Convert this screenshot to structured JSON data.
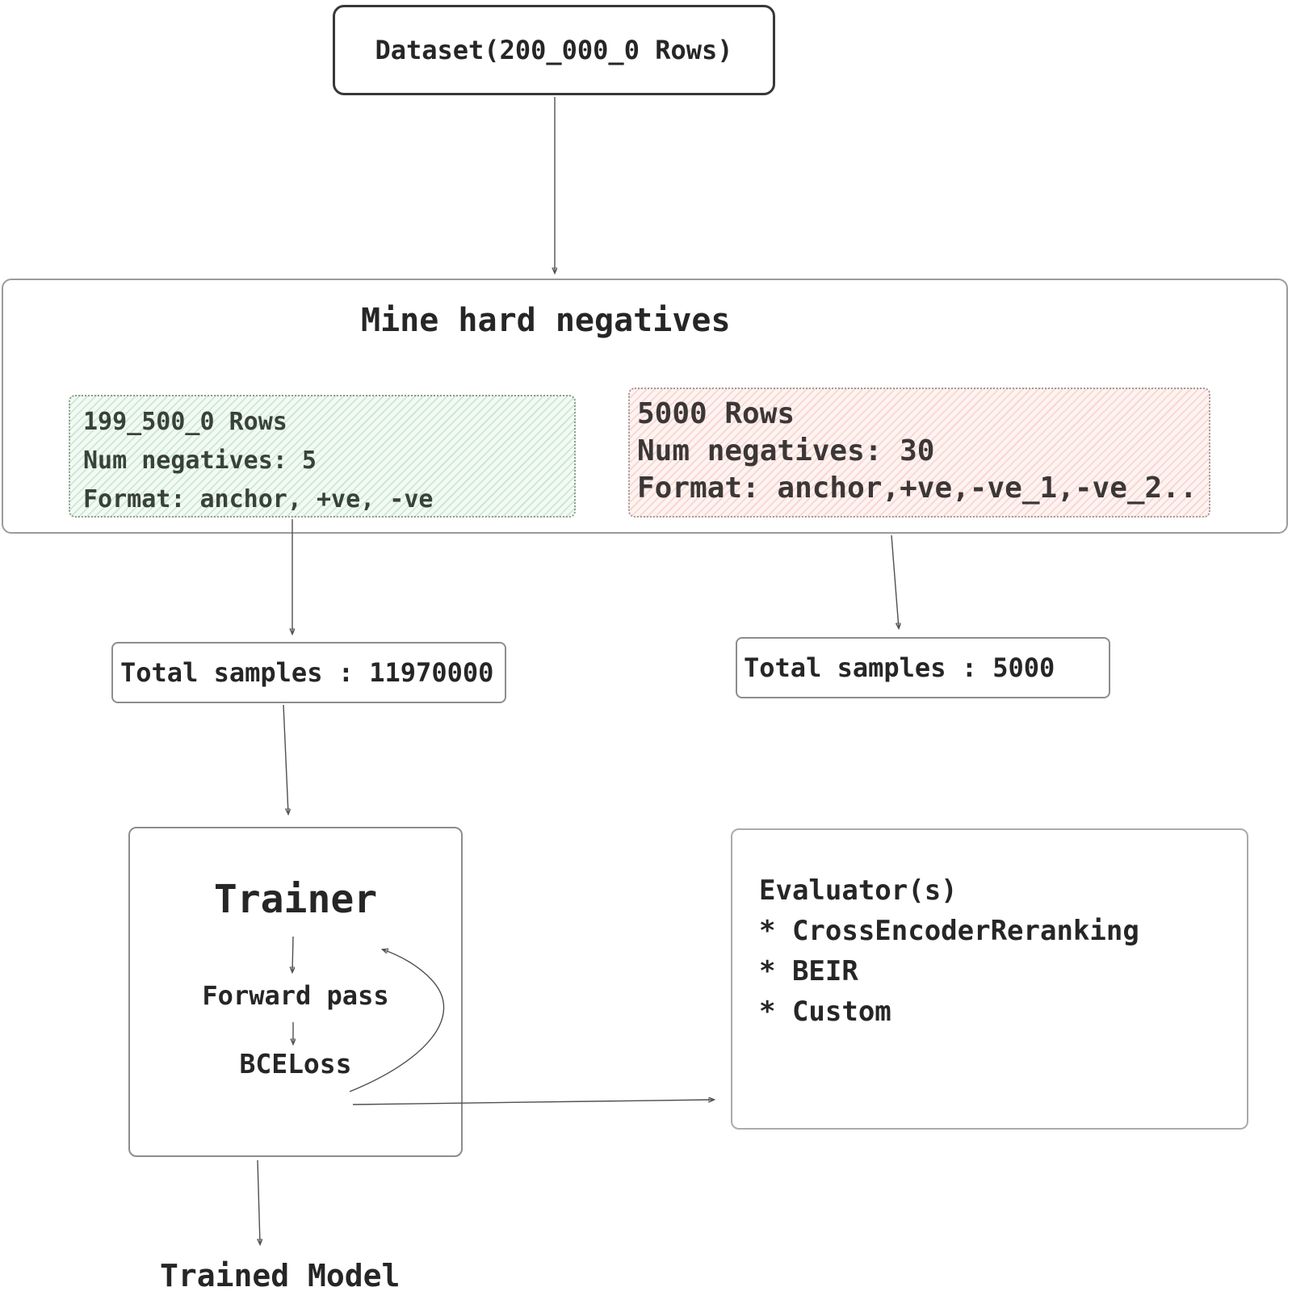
{
  "dataset": {
    "label": "Dataset(200_000_0 Rows)"
  },
  "mine": {
    "title": "Mine hard negatives",
    "train_split": {
      "line1": "199_500_0 Rows",
      "line2": "Num negatives: 5",
      "line3": "Format: anchor, +ve, -ve"
    },
    "eval_split": {
      "line1": "5000 Rows",
      "line2": "Num negatives: 30",
      "line3": "Format: anchor,+ve,-ve_1,-ve_2.."
    }
  },
  "totals": {
    "train": "Total samples : 11970000",
    "eval": "Total samples : 5000"
  },
  "trainer": {
    "title": "Trainer",
    "step1": "Forward pass",
    "step2": "BCELoss"
  },
  "evaluator": {
    "title": "Evaluator(s)",
    "item1": "* CrossEncoderReranking",
    "item2": "* BEIR",
    "item3": "* Custom"
  },
  "output": {
    "label": "Trained Model"
  },
  "colors": {
    "train_split_bg": "#f2faf3",
    "train_split_hatch": "#7bc18f",
    "eval_split_bg": "#fdf3f1",
    "eval_split_hatch": "#e98c80",
    "box_border": "#8d8d8d",
    "arrow": "#4f4f4f",
    "text": "#262626"
  }
}
